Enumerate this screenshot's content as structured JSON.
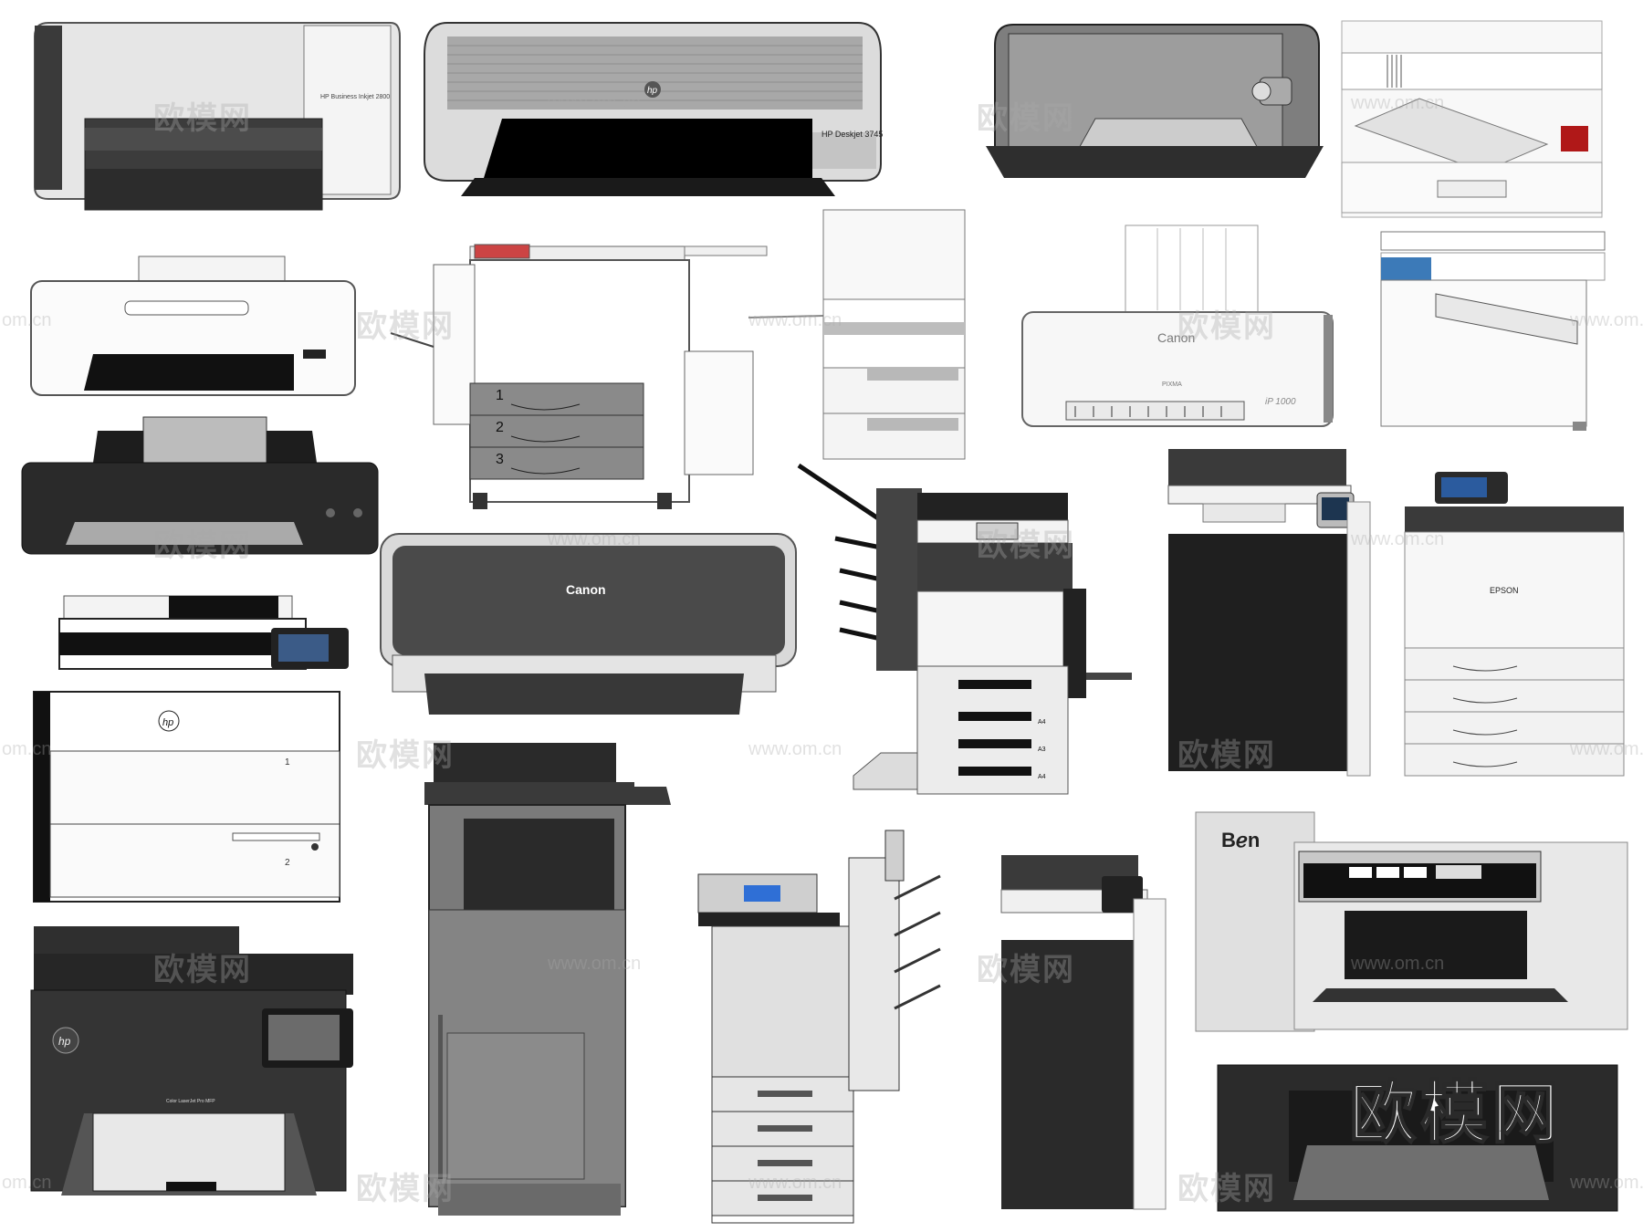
{
  "watermark": {
    "logo_text": "欧模网",
    "url_text": "www.om.cn",
    "partial_url_text": "om.cn"
  },
  "printer_labels": {
    "hp_business_inkjet": "HP Business Inkjet 2800",
    "hp_deskjet": "HP Deskjet 3745",
    "hp_logo": "hp",
    "canon_pixma_brand": "Canon",
    "canon_pixma_model": "PIXMA",
    "canon_pixma_ip": "iP 1000",
    "canon_wide": "Canon",
    "epson": "EPSON",
    "ben": "Bℯn",
    "tray_1": "1",
    "tray_2": "2",
    "tray_3": "3",
    "hp_mfp_tray_1": "1",
    "hp_mfp_tray_2": "2",
    "color_laserjet": "Color LaserJet Pro MFP",
    "paper_a4": "A4",
    "paper_a3": "A3",
    "paper_a4b": "A4"
  },
  "colors": {
    "dark_body": "#2b2b2b",
    "mid_gray": "#6e6e6e",
    "light_body": "#f2f2f2",
    "screen_blue": "#2f6fd6",
    "accent_red": "#b01818"
  }
}
